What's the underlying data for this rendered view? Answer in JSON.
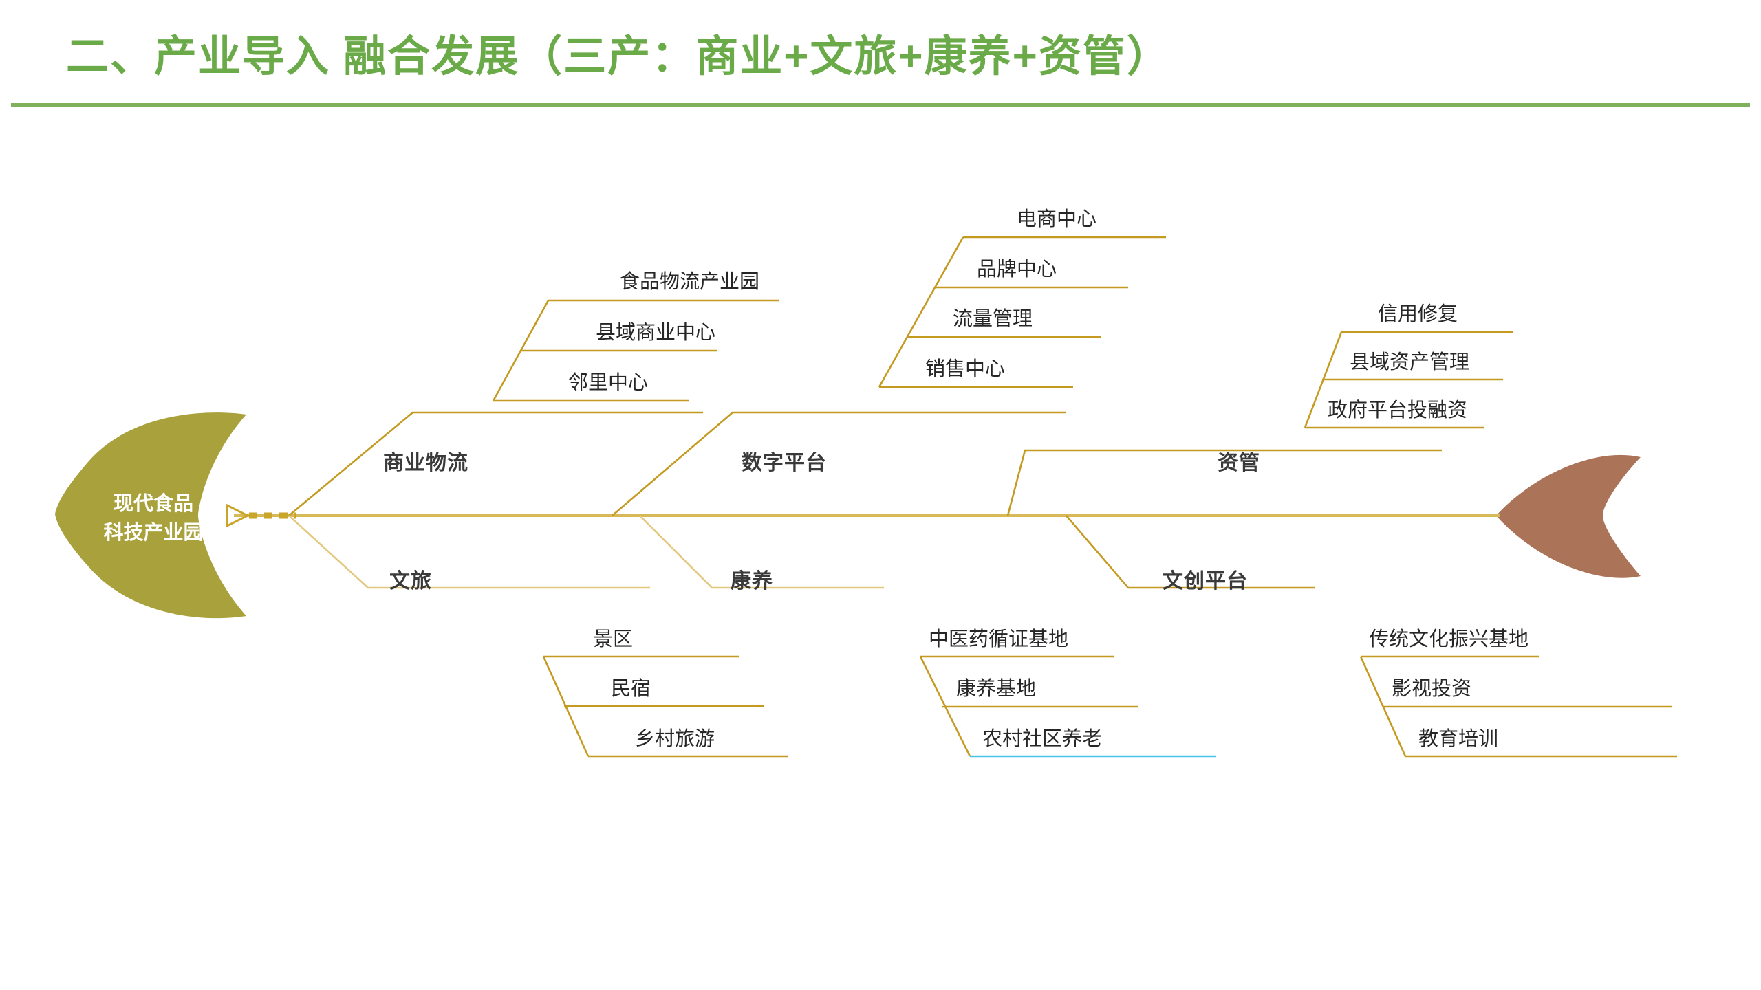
{
  "title": {
    "text": "二、产业导入 融合发展（三产：商业+文旅+康养+资管）",
    "color": "#6aaa48",
    "rule_color": "#7fb05c"
  },
  "colors": {
    "head_fill": "#a9a13c",
    "tail_fill": "#ab7358",
    "bone_line": "#c49a20",
    "spine_line": "#d7b957",
    "label_text": "#3a3a3a",
    "item_text": "#262626",
    "accent_cyan": "#4fc3e8"
  },
  "fish": {
    "head": {
      "line1": "现代食品",
      "line2": "科技产业园"
    },
    "tail": {
      "name": "fish-tail"
    }
  },
  "chart_data": {
    "type": "diagram",
    "diagram_type": "fishbone",
    "title": "二、产业导入 融合发展（三产：商业+文旅+康养+资管）",
    "effect": "现代食品科技产业园",
    "branches": [
      {
        "label": "商业物流",
        "side": "top",
        "items": [
          "食品物流产业园",
          "县域商业中心",
          "邻里中心"
        ]
      },
      {
        "label": "数字平台",
        "side": "top",
        "items": [
          "电商中心",
          "品牌中心",
          "流量管理",
          "销售中心"
        ]
      },
      {
        "label": "资管",
        "side": "top",
        "items": [
          "信用修复",
          "县域资产管理",
          "政府平台投融资"
        ]
      },
      {
        "label": "文旅",
        "side": "bottom",
        "items": [
          "景区",
          "民宿",
          "乡村旅游"
        ]
      },
      {
        "label": "康养",
        "side": "bottom",
        "items": [
          "中医药循证基地",
          "康养基地",
          "农村社区养老"
        ]
      },
      {
        "label": "文创平台",
        "side": "bottom",
        "items": [
          "传统文化振兴基地",
          "影视投资",
          "教育培训"
        ]
      }
    ]
  }
}
